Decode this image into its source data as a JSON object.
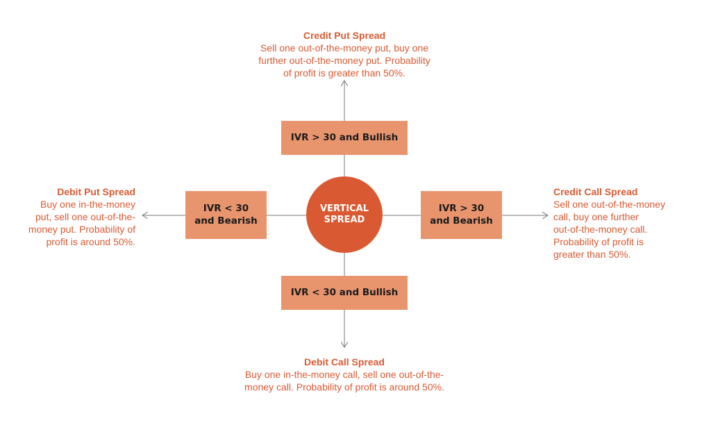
{
  "colors": {
    "accent": "#d95a32",
    "box_fill": "#e8956e",
    "line": "#777777"
  },
  "center": {
    "label": "VERTICAL\nSPREAD"
  },
  "boxes": {
    "top": "IVR > 30 and Bullish",
    "left": "IVR < 30\nand Bearish",
    "right": "IVR > 30\nand Bearish",
    "bottom": "IVR < 30 and Bullish"
  },
  "outcomes": {
    "top": {
      "title": "Credit Put Spread",
      "desc": "Sell one out-of-the-money put, buy one\nfurther out-of-the-money put. Probability\nof profit is greater than 50%."
    },
    "left": {
      "title": "Debit Put Spread",
      "desc": "Buy one in-the-money\nput, sell one out-of-the-\nmoney put. Probability of\nprofit is around 50%."
    },
    "right": {
      "title": "Credit Call Spread",
      "desc": "Sell one out-of-the-money\ncall, buy one further\nout-of-the-money call.\nProbability of profit is\ngreater than 50%."
    },
    "bottom": {
      "title": "Debit Call Spread",
      "desc": "Buy one in-the-money call, sell one out-of-the-\nmoney call. Probability of profit is around 50%."
    }
  }
}
